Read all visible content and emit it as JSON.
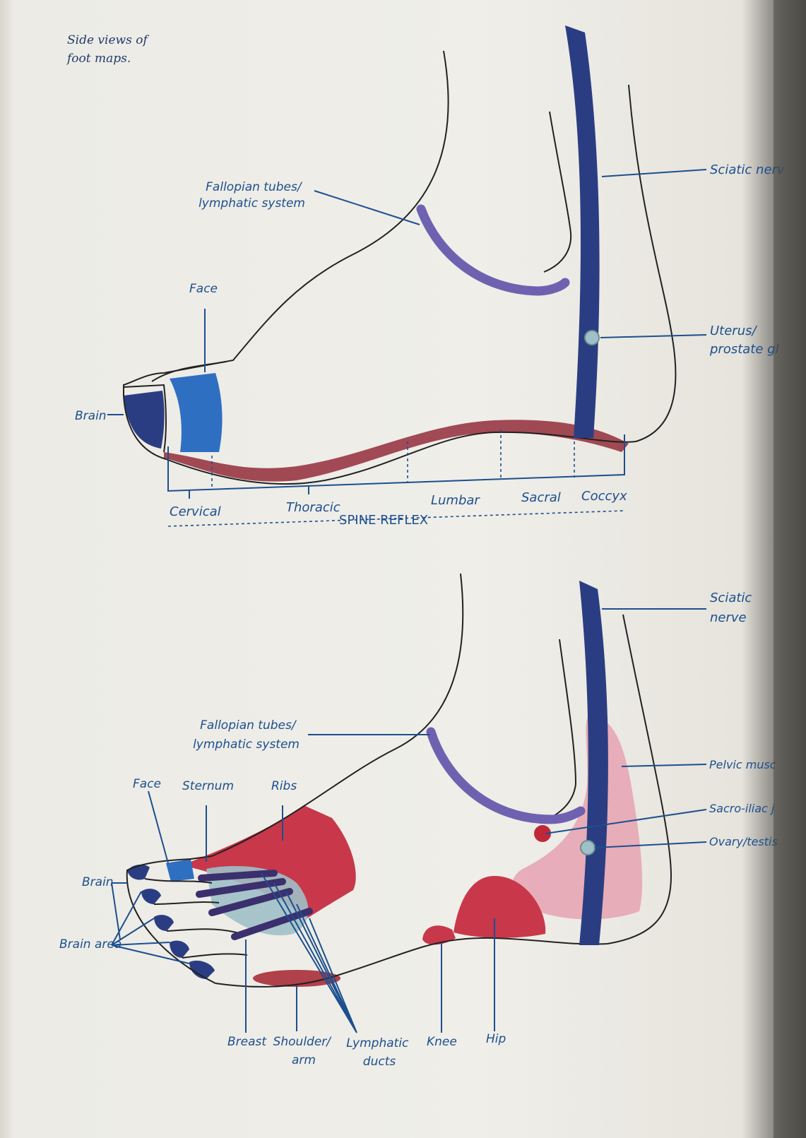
{
  "caption": [
    "Side views of",
    "foot maps."
  ],
  "top_map": {
    "labels": {
      "sciatic": "Sciatic nerv",
      "fallopian": [
        "Fallopian tubes/",
        "lymphatic system"
      ],
      "face": "Face",
      "uterus": [
        "Uterus/",
        "prostate gl"
      ],
      "brain": "Brain"
    },
    "spine": {
      "sections": [
        "Cervical",
        "Thoracic",
        "Lumbar",
        "Sacral",
        "Coccyx"
      ],
      "title": "SPINE REFLEX"
    }
  },
  "bottom_map": {
    "labels": {
      "sciatic": [
        "Sciatic",
        "nerve"
      ],
      "fallopian": [
        "Fallopian tubes/",
        "lymphatic system"
      ],
      "face": "Face",
      "sternum": "Sternum",
      "ribs": "Ribs",
      "pelvic": "Pelvic musc",
      "sacroiliac": "Sacro-iliac j",
      "ovary": "Ovary/testis",
      "brain": "Brain",
      "brain_area": "Brain area",
      "breast": "Breast",
      "shoulder": [
        "Shoulder/",
        "arm"
      ],
      "lymphatic": [
        "Lymphatic",
        "ducts"
      ],
      "knee": "Knee",
      "hip": "Hip"
    }
  },
  "colors": {
    "outline": "#222222",
    "nerve": "#2b3d82",
    "reflex_blue": "#2f6fc2",
    "spine": "#9a3b46",
    "tube": "#6e62b0",
    "red_zone": "#c8384a",
    "pink_zone": "#e6a2b2",
    "label": "#1d4f8e"
  }
}
